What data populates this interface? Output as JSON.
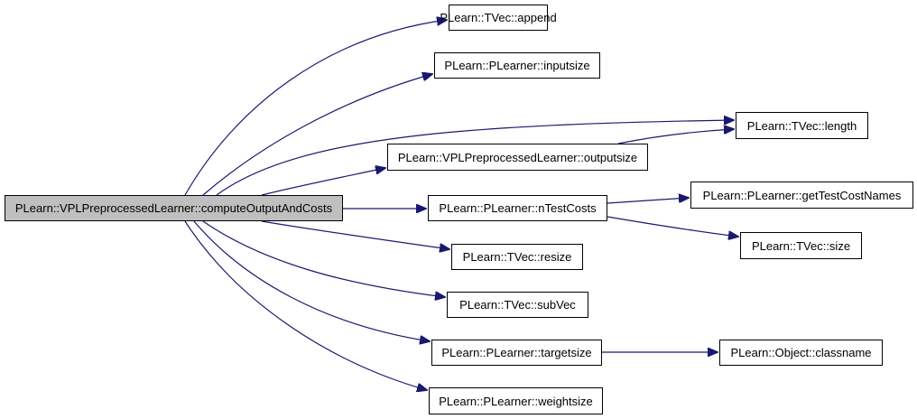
{
  "diagram": {
    "type": "call-graph",
    "edge_color": "#191970",
    "root_fill": "#bfbfbf",
    "nodes": [
      {
        "id": "root",
        "label": "PLearn::VPLPreprocessedLearner::computeOutputAndCosts",
        "root": true
      },
      {
        "id": "append",
        "label": "PLearn::TVec::append"
      },
      {
        "id": "inputsize",
        "label": "PLearn::PLearner::inputsize"
      },
      {
        "id": "length",
        "label": "PLearn::TVec::length"
      },
      {
        "id": "outputsize",
        "label": "PLearn::VPLPreprocessedLearner::outputsize"
      },
      {
        "id": "nTestCosts",
        "label": "PLearn::PLearner::nTestCosts"
      },
      {
        "id": "getTestCostNames",
        "label": "PLearn::PLearner::getTestCostNames"
      },
      {
        "id": "size",
        "label": "PLearn::TVec::size"
      },
      {
        "id": "resize",
        "label": "PLearn::TVec::resize"
      },
      {
        "id": "subVec",
        "label": "PLearn::TVec::subVec"
      },
      {
        "id": "targetsize",
        "label": "PLearn::PLearner::targetsize"
      },
      {
        "id": "classname",
        "label": "PLearn::Object::classname"
      },
      {
        "id": "weightsize",
        "label": "PLearn::PLearner::weightsize"
      }
    ],
    "edges": [
      {
        "from": "root",
        "to": "append"
      },
      {
        "from": "root",
        "to": "inputsize"
      },
      {
        "from": "root",
        "to": "length"
      },
      {
        "from": "root",
        "to": "outputsize"
      },
      {
        "from": "root",
        "to": "nTestCosts"
      },
      {
        "from": "root",
        "to": "resize"
      },
      {
        "from": "root",
        "to": "subVec"
      },
      {
        "from": "root",
        "to": "targetsize"
      },
      {
        "from": "root",
        "to": "weightsize"
      },
      {
        "from": "outputsize",
        "to": "length"
      },
      {
        "from": "nTestCosts",
        "to": "getTestCostNames"
      },
      {
        "from": "nTestCosts",
        "to": "size"
      },
      {
        "from": "targetsize",
        "to": "classname"
      }
    ]
  }
}
